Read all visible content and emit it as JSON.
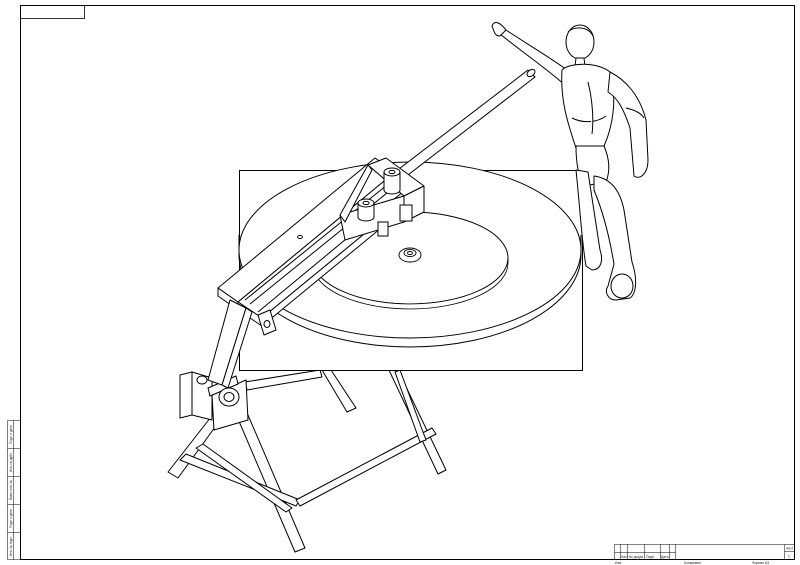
{
  "title_block": {
    "cells": [
      "Изм",
      "Лист",
      "№ докум.",
      "Подп.",
      "Дата"
    ],
    "sheet_label": "Лист",
    "sheet_number": "1",
    "format_label": "Формат A3",
    "copied_label": "Копировал"
  },
  "side_block": {
    "cells": [
      "Инв. № подл.",
      "Подп. и дата",
      "Взам. инв. №",
      "Инв. № дубл.",
      "Подп. и дата"
    ]
  }
}
